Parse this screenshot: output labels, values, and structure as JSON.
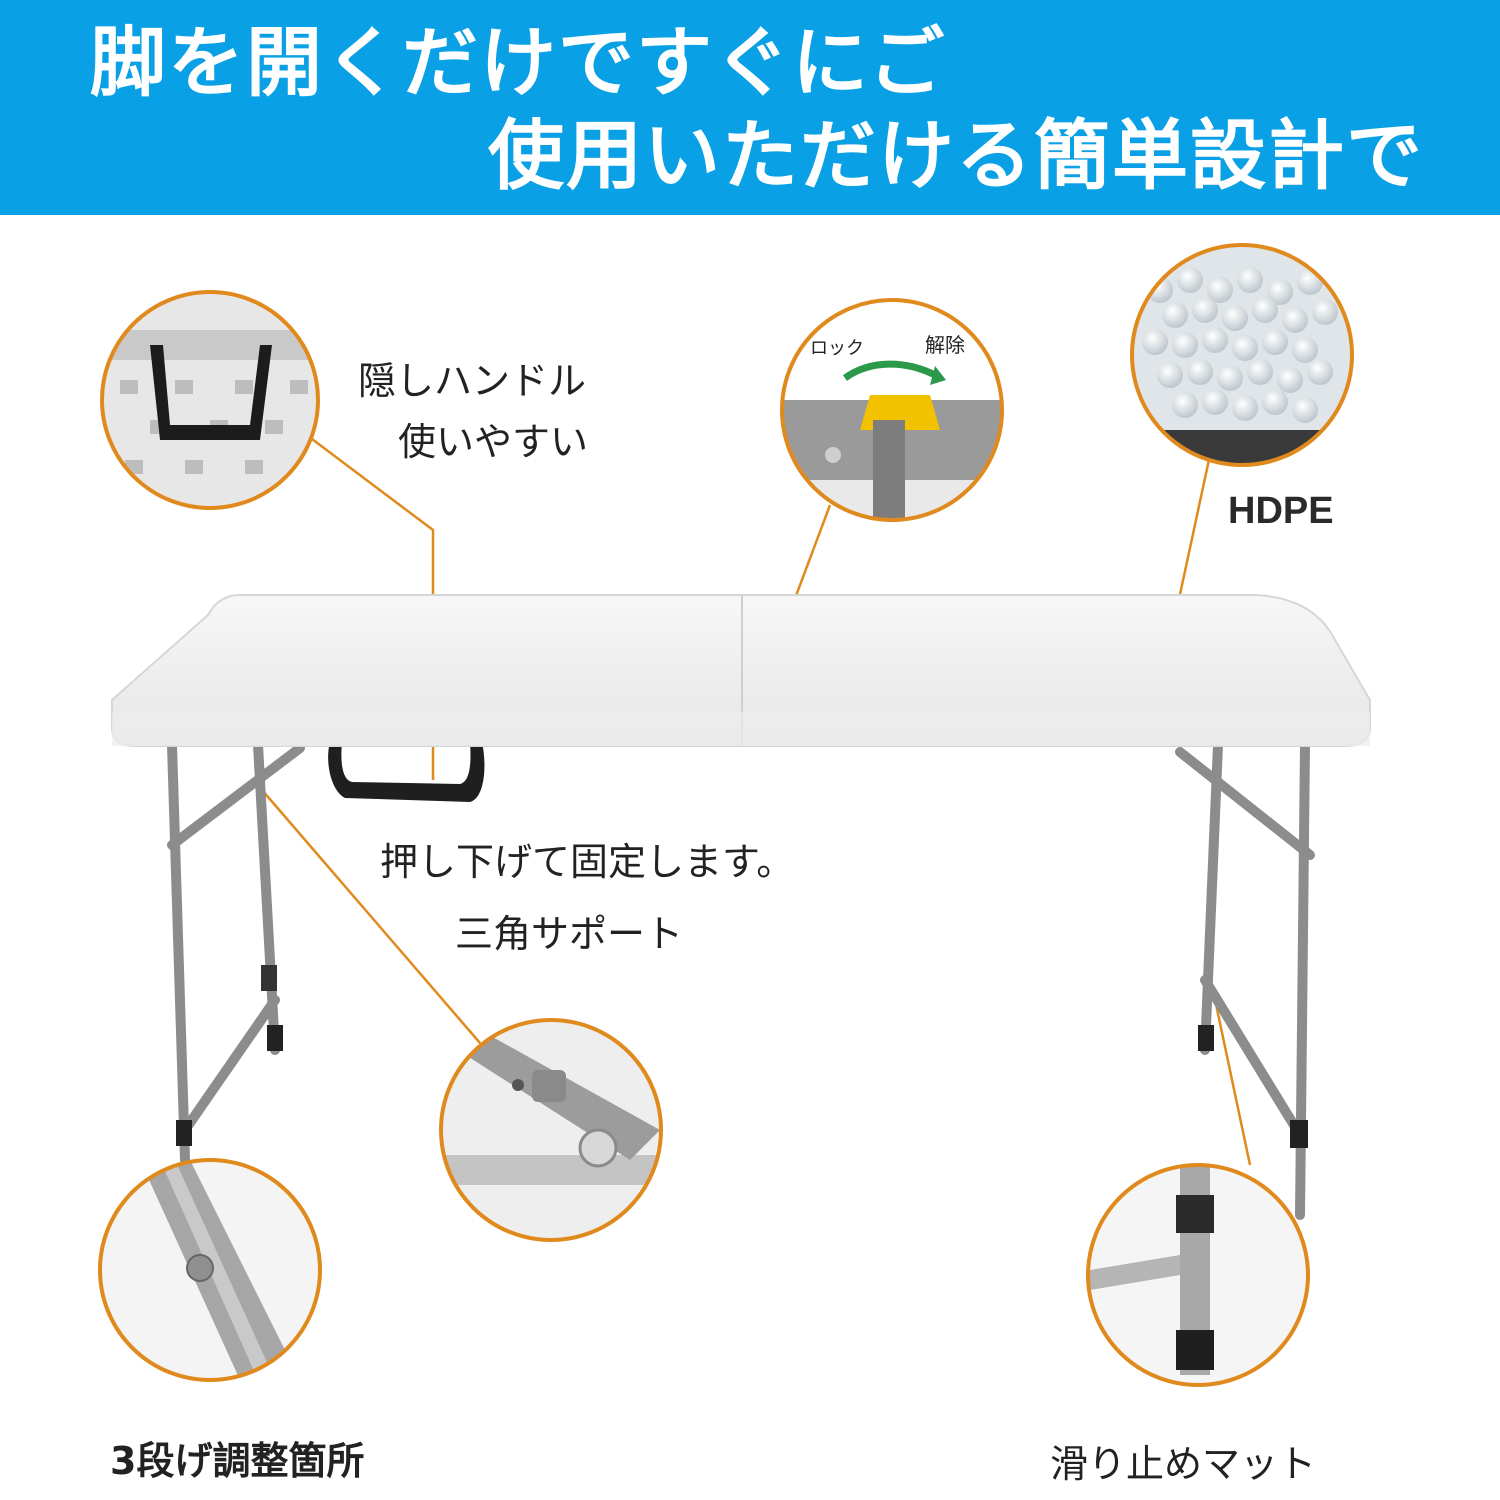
{
  "banner": {
    "line1": "脚を開くだけですぐにご",
    "line2": "使用いただける簡単設計で",
    "color": "#0aa0e6"
  },
  "callouts": {
    "handle_line1": "隠しハンドル",
    "handle_line2": "使いやすい",
    "lock": "ロック",
    "release": "解除",
    "material": "HDPE",
    "press_fix": "押し下げて固定します。",
    "triangle_support": "三角サポート",
    "height_adjust": "3段げ調整箇所",
    "anti_slip": "滑り止めマット"
  },
  "colors": {
    "leader_line": "#e08a1e",
    "circle_border": "#e08a1e",
    "table_top": "#f2f2f2",
    "legs": "#8c8c8c"
  }
}
